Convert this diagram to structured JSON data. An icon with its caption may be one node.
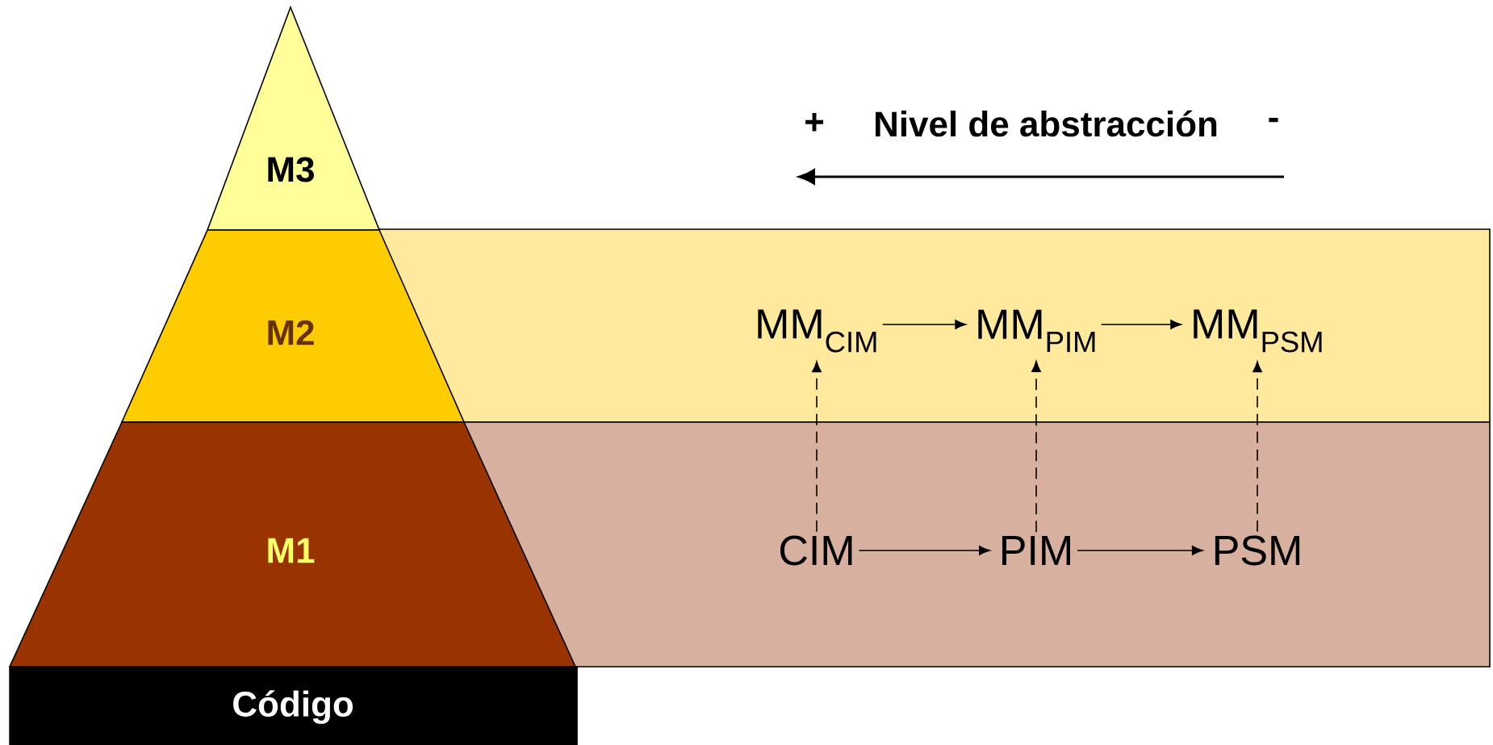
{
  "diagram": {
    "nodes": [
      {
        "text": [
          "M3"
        ]
      },
      {
        "text": [
          "M2"
        ]
      },
      {
        "text": [
          "M1"
        ]
      },
      {
        "text": [
          "Código"
        ]
      },
      {
        "text": [
          "MM$_{CIM}$"
        ]
      },
      {
        "text": [
          "MM$_{PIM}$"
        ]
      },
      {
        "text": [
          "MM$_{PSM}$"
        ]
      },
      {
        "text": [
          "CIM"
        ]
      },
      {
        "text": [
          "PIM"
        ]
      },
      {
        "text": [
          "PSM"
        ]
      }
    ],
    "edges": [
      {
        "from": 4,
        "to": 5,
        "arrow": "to"
      },
      {
        "from": 5,
        "to": 6,
        "arrow": "to"
      },
      {
        "from": 7,
        "to": 8,
        "arrow": "to"
      },
      {
        "from": 8,
        "to": 9,
        "arrow": "to"
      },
      {
        "from": 7,
        "to": 4,
        "arrow": "to",
        "style": "dashed"
      },
      {
        "from": 8,
        "to": 5,
        "arrow": "to",
        "style": "dashed"
      },
      {
        "from": 9,
        "to": 6,
        "arrow": "to",
        "style": "dashed"
      }
    ],
    "labels": [
      "+",
      "Nivel de abstracción",
      "-"
    ]
  }
}
